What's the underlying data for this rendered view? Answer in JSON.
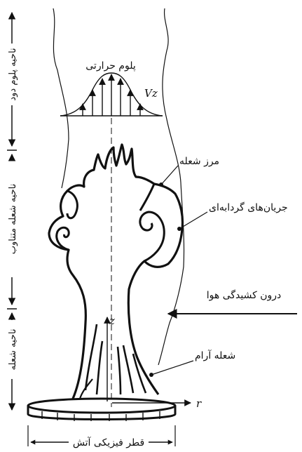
{
  "zones": {
    "smoke_plume": "ناحیه پلوم دود",
    "intermittent_flame": "ناحیه شعله متناوب",
    "flame": "ناحیه شعله"
  },
  "labels": {
    "thermal_plume": "پلوم حرارتی",
    "vz": "Vz",
    "flame_boundary": "مرز شعله",
    "eddy_currents": "جریان‌های گردابه‌ای",
    "air_entrainment": "درون کشیدگی هوا",
    "calm_flame": "شعله آرام",
    "z_axis": "z",
    "r_axis": "r",
    "fire_diameter": "قطر فیزیکی آتش"
  }
}
